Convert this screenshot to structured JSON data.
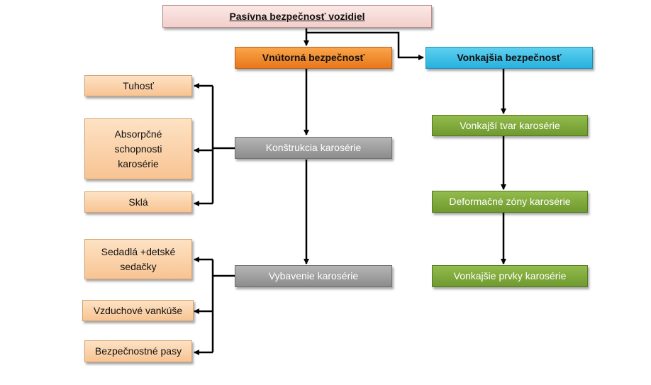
{
  "diagram": {
    "root": "Pasívna bezpečnosť vozidiel",
    "internal": {
      "label": "Vnútorná bezpečnosť",
      "construction": {
        "label": "Konštrukcia karosérie",
        "children": [
          "Tuhosť",
          "Absorpčné schopnosti karosérie",
          "Sklá"
        ]
      },
      "equipment": {
        "label": "Vybavenie karosérie",
        "children": [
          "Sedadlá +detské sedačky",
          "Vzduchové vankúše",
          "Bezpečnostné pasy"
        ]
      }
    },
    "external": {
      "label": "Vonkajšia bezpečnosť",
      "children": [
        "Vonkajší tvar karosérie",
        "Deformačné zóny karosérie",
        "Vonkajšie prvky karosérie"
      ]
    }
  },
  "colors": {
    "root": "#f2cfcb",
    "internal": "#ef8a2e",
    "external": "#3cc0e6",
    "internal_sub": "#9a9a9a",
    "external_sub": "#7fa83b",
    "leaf": "#fbd2a9",
    "line": "#000000"
  }
}
